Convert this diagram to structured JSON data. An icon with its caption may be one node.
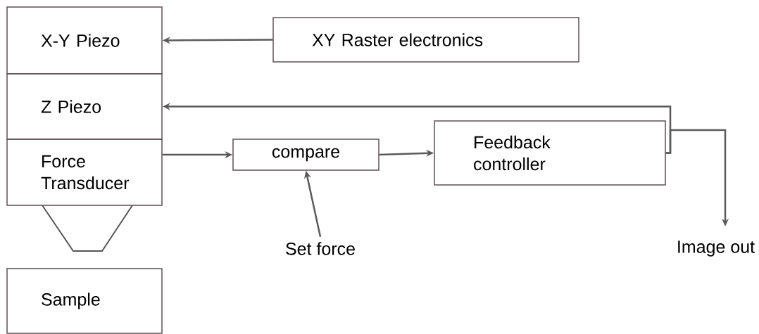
{
  "diagram": {
    "nodes": [
      {
        "text": [
          "X-Y Piezo"
        ]
      },
      {
        "text": [
          "Z Piezo"
        ]
      },
      {
        "text": [
          "Force Transducer"
        ]
      },
      {
        "text": [
          "Sample"
        ]
      },
      {
        "text": [
          "XY Raster electronics"
        ]
      },
      {
        "text": [
          "compare"
        ]
      },
      {
        "text": [
          "Feedback controller"
        ]
      },
      {
        "text": [
          "Set force"
        ]
      },
      {
        "text": [
          "Image out"
        ]
      }
    ],
    "edges": [
      {
        "from": 4,
        "to": 0,
        "arrow": "to"
      },
      {
        "from": 6,
        "to": 1,
        "arrow": "to"
      },
      {
        "from": 2,
        "to": 5,
        "arrow": "to"
      },
      {
        "from": 5,
        "to": 6,
        "arrow": "to"
      },
      {
        "from": 7,
        "to": 5,
        "arrow": "to"
      },
      {
        "from": 6,
        "to": 8,
        "arrow": "to"
      }
    ]
  }
}
